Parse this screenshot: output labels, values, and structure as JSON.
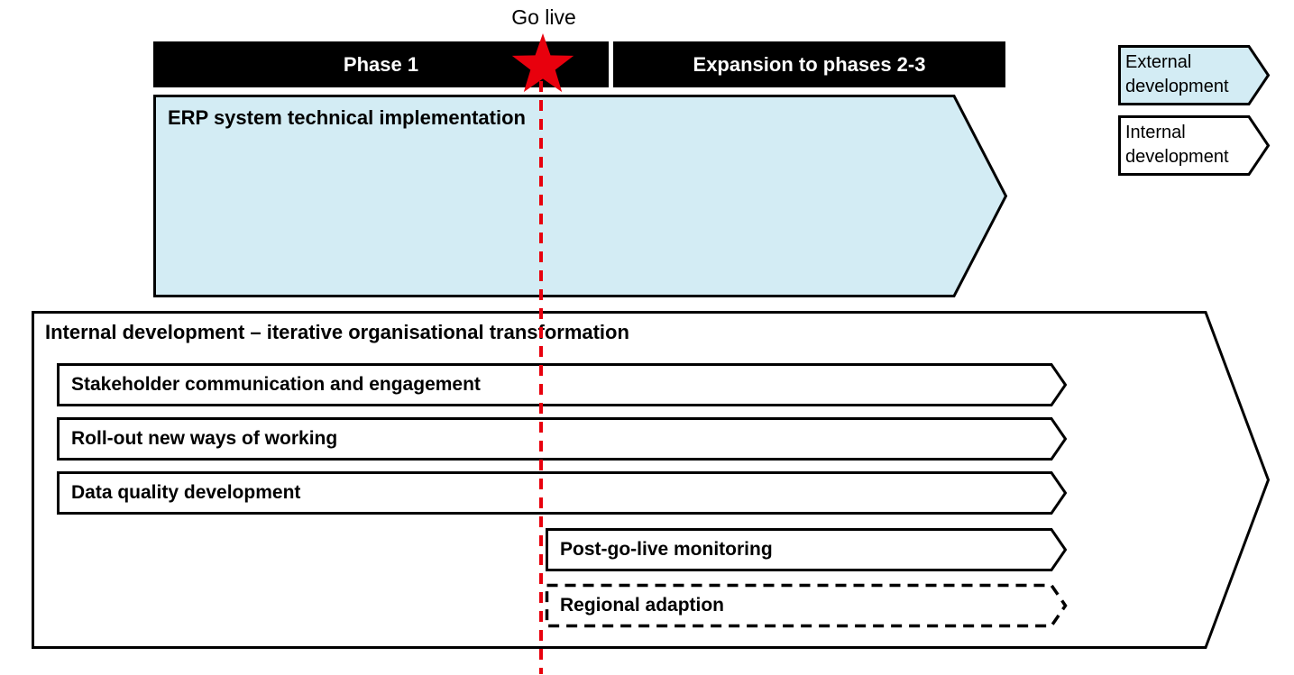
{
  "colors": {
    "external_fill": "#d3ecf4",
    "internal_fill": "#ffffff",
    "border": "#000000",
    "phase_bar_bg": "#000000",
    "phase_bar_text": "#ffffff",
    "milestone_red": "#e8000d"
  },
  "timeline": {
    "milestone": {
      "label": "Go live",
      "icon": "star"
    },
    "phases": [
      {
        "label": "Phase 1"
      },
      {
        "label": "Expansion to phases 2-3"
      }
    ]
  },
  "external_track": {
    "label": "ERP system technical implementation"
  },
  "internal_track": {
    "label": "Internal development – iterative organisational transformation",
    "workstreams": [
      {
        "label": "Stakeholder communication and engagement",
        "border": "solid",
        "starts_after_go_live": false
      },
      {
        "label": "Roll-out new ways of working",
        "border": "solid",
        "starts_after_go_live": false
      },
      {
        "label": "Data quality development",
        "border": "solid",
        "starts_after_go_live": false
      },
      {
        "label": "Post-go-live monitoring",
        "border": "solid",
        "starts_after_go_live": true
      },
      {
        "label": "Regional adaption",
        "border": "dashed",
        "starts_after_go_live": true
      }
    ]
  },
  "legend": {
    "items": [
      {
        "label": "External development",
        "fill": "#d3ecf4"
      },
      {
        "label": "Internal development",
        "fill": "#ffffff"
      }
    ]
  }
}
